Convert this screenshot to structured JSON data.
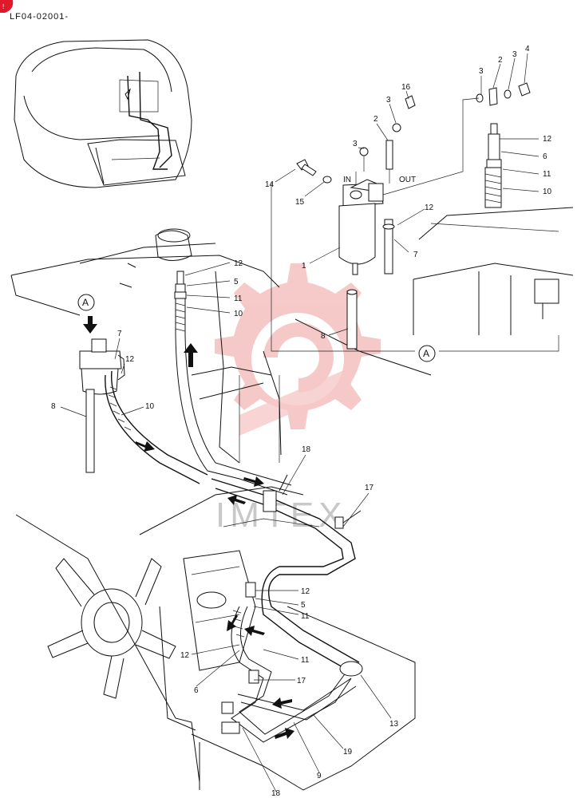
{
  "header": {
    "code": "LF04-02001-"
  },
  "labels": {
    "in": "IN",
    "out": "OUT",
    "view_a": "A"
  },
  "parts": {
    "p1": "1",
    "p2": "2",
    "p3": "3",
    "p4": "4",
    "p5": "5",
    "p6": "6",
    "p7": "7",
    "p8": "8",
    "p9": "9",
    "p10": "10",
    "p11": "11",
    "p12": "12",
    "p13": "13",
    "p14": "14",
    "p15": "15",
    "p16": "16",
    "p17": "17",
    "p18": "18",
    "p19": "19"
  },
  "watermark": {
    "text": "IMTEX",
    "color": "#f2b8b6"
  },
  "colors": {
    "corner_marker": "#e0182c",
    "line": "#111111"
  }
}
